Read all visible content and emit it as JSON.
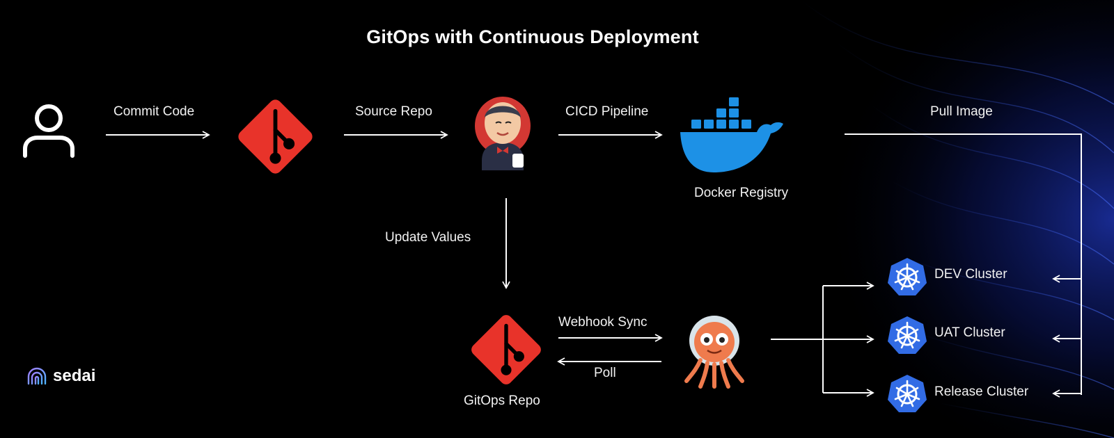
{
  "title": "GitOps with Continuous Deployment",
  "edges": {
    "commit": "Commit Code",
    "source": "Source Repo",
    "cicd": "CICD Pipeline",
    "pull": "Pull Image",
    "update": "Update Values",
    "webhook": "Webhook Sync",
    "poll": "Poll"
  },
  "nodes": {
    "registry": "Docker Registry",
    "gitops_repo": "GitOps Repo",
    "clusters": [
      "DEV Cluster",
      "UAT Cluster",
      "Release Cluster"
    ]
  },
  "brand": "sedai",
  "colors": {
    "git": "#e8332a",
    "docker": "#1d91e6",
    "k8s": "#326ce5",
    "argo": "#ef7b4d",
    "jenkins_red": "#d33833",
    "background": "#000000"
  }
}
